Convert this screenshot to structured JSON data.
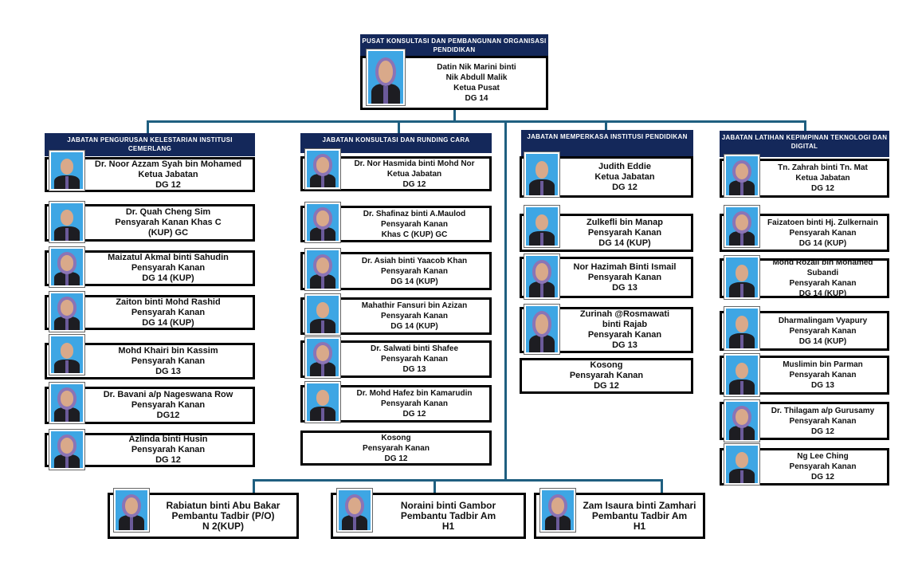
{
  "head": {
    "unit_title": "PUSAT KONSULTASI DAN PEMBANGUNAN ORGANISASI PENDIDIKAN",
    "lines": [
      "Datin Nik Marini binti",
      "Nik Abdull Malik",
      "Ketua Pusat",
      "DG 14"
    ]
  },
  "departments": [
    {
      "title": "JABATAN PENGURUSAN KELESTARIAN INSTITUSI CEMERLANG",
      "staff": [
        {
          "lines": [
            "Dr. Noor Azzam Syah  bin Mohamed",
            "Ketua Jabatan",
            "DG 12"
          ]
        },
        {
          "lines": [
            "Dr. Quah Cheng Sim",
            "Pensyarah Kanan Khas C",
            "(KUP) GC"
          ]
        },
        {
          "lines": [
            "Maizatul Akmal binti Sahudin",
            "Pensyarah Kanan",
            "DG 14 (KUP)"
          ]
        },
        {
          "lines": [
            "Zaiton binti Mohd Rashid",
            "Pensyarah Kanan",
            "DG 14 (KUP)"
          ]
        },
        {
          "lines": [
            "Mohd Khairi bin Kassim",
            "Pensyarah Kanan",
            "DG 13"
          ]
        },
        {
          "lines": [
            "Dr. Bavani a/p Nageswana Row",
            "Pensyarah Kanan",
            "DG12"
          ]
        },
        {
          "lines": [
            "Azlinda binti Husin",
            "Pensyarah Kanan",
            "DG 12"
          ]
        }
      ]
    },
    {
      "title": "JABATAN KONSULTASI DAN RUNDING CARA",
      "staff": [
        {
          "lines": [
            "Dr. Nor Hasmida binti Mohd Nor",
            "Ketua Jabatan",
            "DG 12"
          ]
        },
        {
          "lines": [
            "Dr. Shafinaz binti A.Maulod",
            "Pensyarah Kanan",
            "Khas C (KUP) GC"
          ]
        },
        {
          "lines": [
            "Dr. Asiah binti Yaacob Khan",
            "Pensyarah Kanan",
            "DG 14 (KUP)"
          ]
        },
        {
          "lines": [
            "Mahathir Fansuri bin Azizan",
            "Pensyarah Kanan",
            "DG 14 (KUP)"
          ]
        },
        {
          "lines": [
            "Dr. Salwati binti Shafee",
            "Pensyarah Kanan",
            "DG 13"
          ]
        },
        {
          "lines": [
            "Dr. Mohd Hafez bin Kamarudin",
            "Pensyarah Kanan",
            "DG 12"
          ]
        },
        {
          "lines": [
            "Kosong",
            "Pensyarah Kanan",
            "DG 12"
          ]
        }
      ]
    },
    {
      "title": "JABATAN MEMPERKASA INSTITUSI PENDIDIKAN",
      "staff": [
        {
          "lines": [
            "Judith Eddie",
            "Ketua Jabatan",
            "DG 12"
          ]
        },
        {
          "lines": [
            "Zulkefli bin Manap",
            "Pensyarah Kanan",
            "DG 14 (KUP)"
          ]
        },
        {
          "lines": [
            "Nor Hazimah Binti Ismail",
            "Pensyarah Kanan",
            "DG 13"
          ]
        },
        {
          "lines": [
            "Zurinah @Rosmawati",
            "binti Rajab",
            "Pensyarah Kanan",
            "DG 13"
          ]
        },
        {
          "lines": [
            "Kosong",
            "Pensyarah Kanan",
            "DG 12"
          ]
        }
      ]
    },
    {
      "title": "JABATAN LATIHAN KEPIMPINAN TEKNOLOGI DAN DIGITAL",
      "staff": [
        {
          "lines": [
            "Tn. Zahrah binti Tn. Mat",
            "Ketua Jabatan",
            "DG 12"
          ]
        },
        {
          "lines": [
            "Faizatoen binti Hj. Zulkernain",
            "Pensyarah Kanan",
            "DG 14 (KUP)"
          ]
        },
        {
          "lines": [
            "Mohd Rozali bin Mohamed",
            "Subandi",
            "Pensyarah Kanan",
            "DG 14 (KUP)"
          ]
        },
        {
          "lines": [
            "Dharmalingam Vyapury",
            "Pensyarah Kanan",
            "DG 14 (KUP)"
          ]
        },
        {
          "lines": [
            "Muslimin bin Parman",
            "Pensyarah Kanan",
            "DG 13"
          ]
        },
        {
          "lines": [
            "Dr. Thilagam a/p Gurusamy",
            "Pensyarah  Kanan",
            "DG 12"
          ]
        },
        {
          "lines": [
            "Ng Lee Ching",
            "Pensyarah Kanan",
            "DG 12"
          ]
        }
      ]
    }
  ],
  "admin": [
    {
      "lines": [
        "Rabiatun binti Abu Bakar",
        "Pembantu Tadbir (P/O)",
        "N 2(KUP)"
      ]
    },
    {
      "lines": [
        "Noraini binti Gambor",
        "Pembantu Tadbir Am",
        "H1"
      ]
    },
    {
      "lines": [
        "Zam Isaura binti Zamhari",
        "Pembantu Tadbir Am",
        "H1"
      ]
    }
  ]
}
